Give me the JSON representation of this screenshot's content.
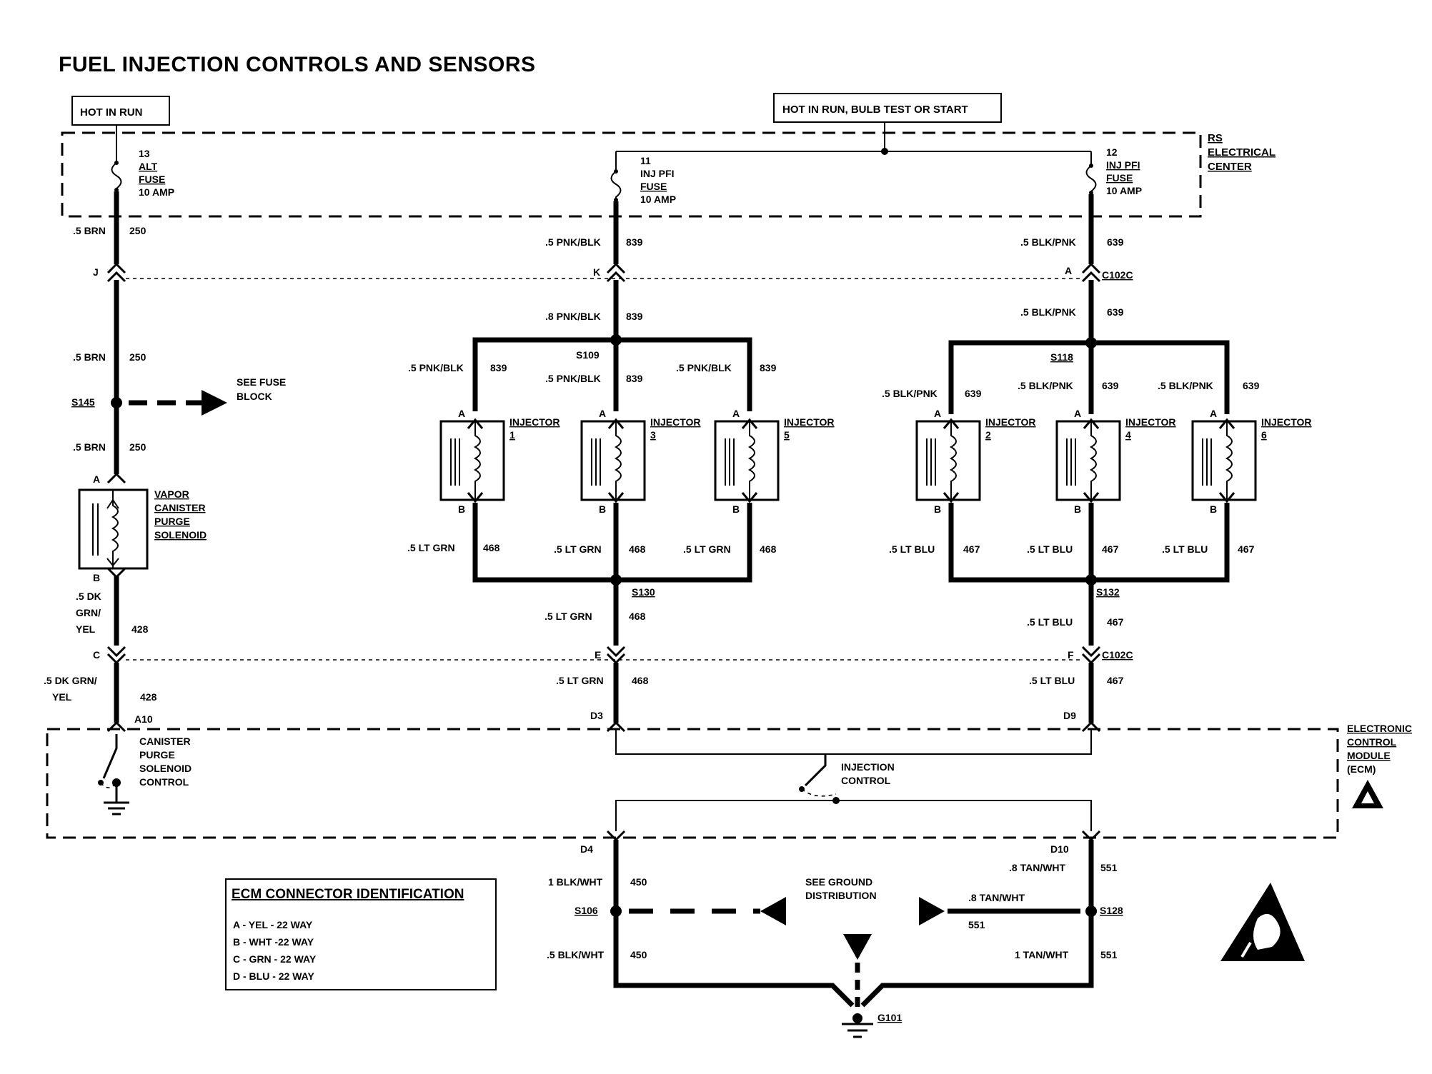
{
  "title": "FUEL INJECTION CONTROLS AND SENSORS",
  "power": {
    "hot_in_run": "HOT IN RUN",
    "hot_in_run_bulb": "HOT IN RUN,  BULB TEST OR START"
  },
  "rs_center": [
    "RS",
    "ELECTRICAL",
    "CENTER"
  ],
  "fuses": {
    "f13": [
      "13",
      "ALT",
      "FUSE",
      "10 AMP"
    ],
    "f11": [
      "11",
      "INJ PFI",
      "FUSE",
      "10 AMP"
    ],
    "f12": [
      "12",
      "INJ PFI",
      "FUSE",
      "10 AMP"
    ]
  },
  "connectors": {
    "J": "J",
    "K": "K",
    "A": "A",
    "C102C": "C102C",
    "C": "C",
    "E": "E",
    "F": "F",
    "C102C_2": "C102C",
    "A10": "A10",
    "D3": "D3",
    "D9": "D9",
    "D4": "D4",
    "D10": "D10"
  },
  "wires": {
    "w_brn_250_1": [
      ".5 BRN",
      "250"
    ],
    "w_brn_250_2": [
      ".5 BRN",
      "250"
    ],
    "w_brn_250_3": [
      ".5 BRN",
      "250"
    ],
    "w_pnkblk_839_1": [
      ".5 PNK/BLK",
      "839"
    ],
    "w_pnkblk_839_2": [
      ".8 PNK/BLK",
      "839"
    ],
    "w_pnkblk_839_3": [
      ".5 PNK/BLK",
      "839"
    ],
    "w_pnkblk_839_4": [
      ".5 PNK/BLK",
      "839"
    ],
    "w_pnkblk_839_5": [
      ".5 PNK/BLK",
      "839"
    ],
    "w_blkpnk_639_1": [
      ".5 BLK/PNK",
      "639"
    ],
    "w_blkpnk_639_2": [
      ".5 BLK/PNK",
      "639"
    ],
    "w_blkpnk_639_3": [
      ".5 BLK/PNK",
      "639"
    ],
    "w_blkpnk_639_4": [
      ".5 BLK/PNK",
      "639"
    ],
    "w_blkpnk_639_5": [
      ".5 BLK/PNK",
      "639"
    ],
    "w_ltgrn_468_1": [
      ".5 LT GRN",
      "468"
    ],
    "w_ltgrn_468_2": [
      ".5 LT GRN",
      "468"
    ],
    "w_ltgrn_468_3": [
      ".5 LT GRN",
      "468"
    ],
    "w_ltgrn_468_4": [
      ".5 LT GRN",
      "468"
    ],
    "w_ltgrn_468_5": [
      ".5 LT GRN",
      "468"
    ],
    "w_ltblu_467_1": [
      ".5 LT BLU",
      "467"
    ],
    "w_ltblu_467_2": [
      ".5 LT BLU",
      "467"
    ],
    "w_ltblu_467_3": [
      ".5 LT BLU",
      "467"
    ],
    "w_ltblu_467_4": [
      ".5 LT BLU",
      "467"
    ],
    "w_ltblu_467_5": [
      ".5 LT BLU",
      "467"
    ],
    "w_dkgrn_428_1": [
      ".5 DK",
      "GRN/",
      "YEL",
      "428"
    ],
    "w_dkgrn_428_2": [
      ".5 DK GRN/",
      "YEL",
      "428"
    ],
    "w_blkwht_450_1": [
      "1 BLK/WHT",
      "450"
    ],
    "w_blkwht_450_2": [
      ".5 BLK/WHT",
      "450"
    ],
    "w_tanwht_551_1": [
      ".8 TAN/WHT",
      "551"
    ],
    "w_tanwht_551_2": [
      ".8 TAN/WHT",
      "551"
    ],
    "w_tanwht_551_3": [
      "1 TAN/WHT",
      "551"
    ]
  },
  "splices": {
    "S145": "S145",
    "S109": "S109",
    "S118": "S118",
    "S130": "S130",
    "S132": "S132",
    "S106": "S106",
    "S128": "S128"
  },
  "ground": "G101",
  "see_fuse_block": [
    "SEE FUSE",
    "BLOCK"
  ],
  "see_ground": [
    "SEE GROUND",
    "DISTRIBUTION"
  ],
  "vapor_solenoid": [
    "VAPOR",
    "CANISTER",
    "PURGE",
    "SOLENOID"
  ],
  "injectors": {
    "i1": [
      "INJECTOR",
      "1"
    ],
    "i3": [
      "INJECTOR",
      "3"
    ],
    "i5": [
      "INJECTOR",
      "5"
    ],
    "i2": [
      "INJECTOR",
      "2"
    ],
    "i4": [
      "INJECTOR",
      "4"
    ],
    "i6": [
      "INJECTOR",
      "6"
    ]
  },
  "pins": {
    "A": "A",
    "B": "B"
  },
  "ecm": [
    "ELECTRONIC",
    "CONTROL",
    "MODULE",
    "(ECM)"
  ],
  "canister_control": [
    "CANISTER",
    "PURGE",
    "SOLENOID",
    "CONTROL"
  ],
  "injection_control": [
    "INJECTION",
    "CONTROL"
  ],
  "ecm_connector": {
    "title": "ECM CONNECTOR IDENTIFICATION",
    "items": [
      "A - YEL - 22 WAY",
      "B - WHT -22 WAY",
      "C - GRN - 22 WAY",
      "D - BLU - 22 WAY"
    ]
  }
}
